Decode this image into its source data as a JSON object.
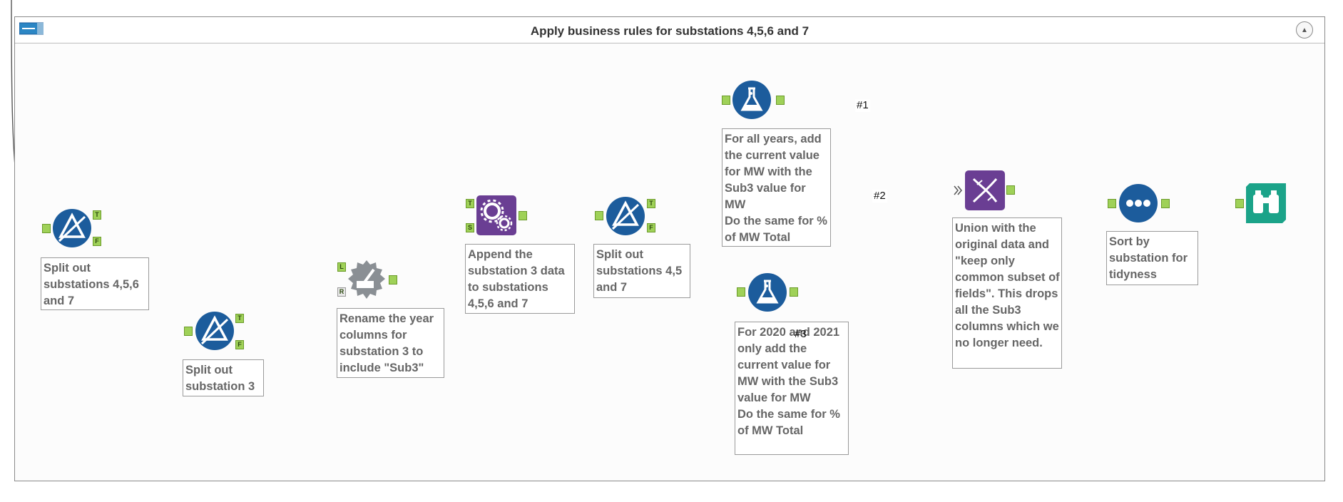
{
  "container": {
    "title": "Apply business rules for substations 4,5,6 and 7",
    "collapse_icon": "chevron-up-icon"
  },
  "tools": [
    {
      "id": "filter-1",
      "type": "filter",
      "icon": "filter-icon",
      "color": "#1c5c9c"
    },
    {
      "id": "filter-2",
      "type": "filter",
      "icon": "filter-icon",
      "color": "#1c5c9c"
    },
    {
      "id": "dynamic-rename",
      "type": "dynamic-rename",
      "icon": "rename-gear-icon",
      "color": "#8a8f94"
    },
    {
      "id": "append-fields",
      "type": "append-fields",
      "icon": "gears-icon",
      "color": "#6a3e93"
    },
    {
      "id": "filter-3",
      "type": "filter",
      "icon": "filter-icon",
      "color": "#1c5c9c"
    },
    {
      "id": "formula-1",
      "type": "formula",
      "icon": "flask-icon",
      "color": "#1c5c9c"
    },
    {
      "id": "formula-2",
      "type": "formula",
      "icon": "flask-icon",
      "color": "#1c5c9c"
    },
    {
      "id": "union",
      "type": "union",
      "icon": "dna-icon",
      "color": "#6a3e93"
    },
    {
      "id": "sort",
      "type": "sort",
      "icon": "dots-icon",
      "color": "#1c5c9c"
    },
    {
      "id": "browse",
      "type": "browse",
      "icon": "binoculars-icon",
      "color": "#1ba389"
    }
  ],
  "anchors": {
    "true": "T",
    "false": "F",
    "left": "L",
    "right": "R",
    "source": "S"
  },
  "annotations": {
    "filter1": "Split out substations 4,5,6 and 7",
    "filter2": "Split out substation 3",
    "rename": "Rename the year columns for substation 3 to include \"Sub3\"",
    "append": "Append the substation 3 data to substations 4,5,6 and 7",
    "filter3": "Split out substations 4,5 and 7",
    "formula1": "For all years, add the current value for MW with the Sub3 value for MW\nDo the same for % of MW Total",
    "formula2": "For 2020 and 2021 only add the current value for MW with the Sub3 value for MW\nDo the same for % of MW Total",
    "union": "Union with the original data and \"keep only common subset of fields\". This drops all the Sub3 columns which we no longer need.",
    "sort": "Sort by substation for tidyness"
  },
  "connection_labels": {
    "c1": "#1",
    "c2": "#2",
    "c3": "#3"
  }
}
